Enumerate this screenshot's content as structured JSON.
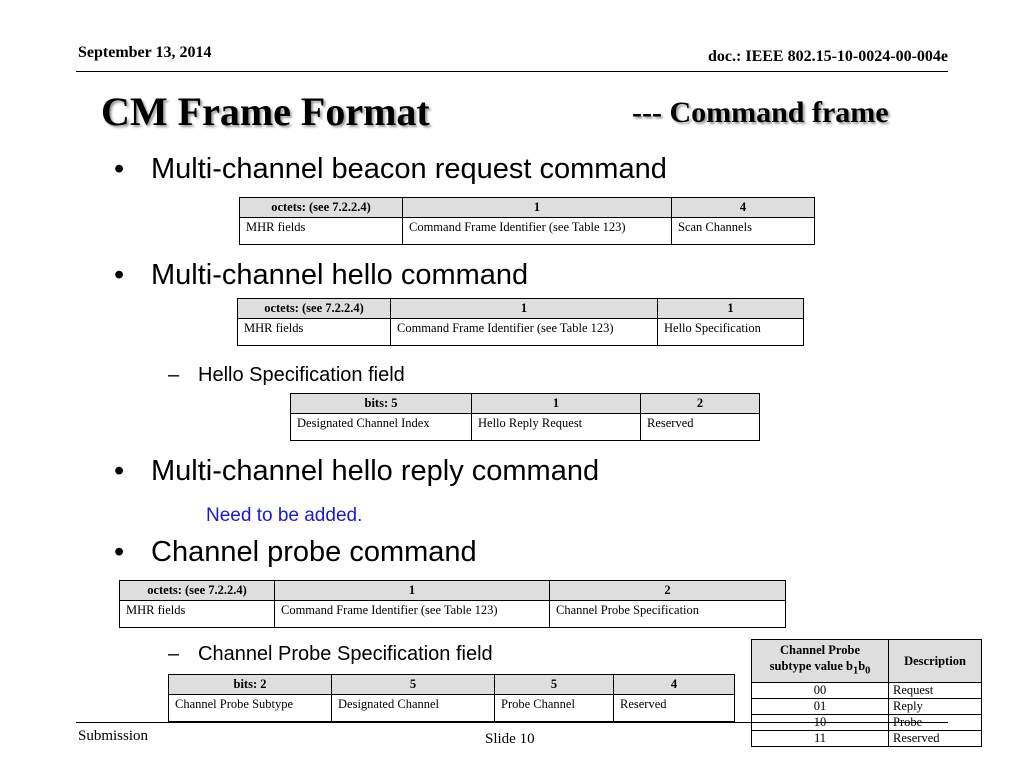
{
  "header": {
    "date": "September 13, 2014",
    "doc": "doc.: IEEE 802.15-10-0024-00-004e"
  },
  "title": "CM Frame Format",
  "subtitle": "--- Command frame",
  "bullets": {
    "b1": "Multi-channel beacon request command",
    "b2": "Multi-channel hello command",
    "b3": "Multi-channel hello reply command",
    "b4": "Channel probe command"
  },
  "bullet_glyph": "•",
  "dash_glyph": "–",
  "sub_bullets": {
    "s1": "Hello Specification field",
    "s2": "Channel Probe Specification field"
  },
  "note": "Need to be added.",
  "table_beacon": {
    "header": [
      "octets: (see 7.2.2.4)",
      "1",
      "4"
    ],
    "row": [
      "MHR fields",
      "Command Frame Identifier (see Table 123)",
      "Scan Channels"
    ]
  },
  "table_hello": {
    "header": [
      "octets: (see 7.2.2.4)",
      "1",
      "1"
    ],
    "row": [
      "MHR fields",
      "Command Frame Identifier (see Table 123)",
      "Hello Specification"
    ]
  },
  "table_hello_spec": {
    "header": [
      "bits: 5",
      "1",
      "2"
    ],
    "row": [
      "Designated Channel Index",
      "Hello Reply Request",
      "Reserved"
    ]
  },
  "table_probe": {
    "header": [
      "octets: (see 7.2.2.4)",
      "1",
      "2"
    ],
    "row": [
      "MHR fields",
      "Command Frame Identifier (see Table 123)",
      "Channel Probe Specification"
    ]
  },
  "table_probe_spec": {
    "header": [
      "bits: 2",
      "5",
      "5",
      "4"
    ],
    "row": [
      "Channel Probe Subtype",
      "Designated Channel",
      "Probe Channel",
      "Reserved"
    ]
  },
  "table_subtype": {
    "header": {
      "col1_line1": "Channel Probe",
      "col1_line2": "subtype value b",
      "sub1": "1",
      "b0": "b",
      "sub0": "0",
      "col2": "Description"
    },
    "rows": [
      [
        "00",
        "Request"
      ],
      [
        "01",
        "Reply"
      ],
      [
        "10",
        "Probe"
      ],
      [
        "11",
        "Reserved"
      ]
    ]
  },
  "footer": {
    "submission": "Submission",
    "slide": "Slide 10"
  }
}
